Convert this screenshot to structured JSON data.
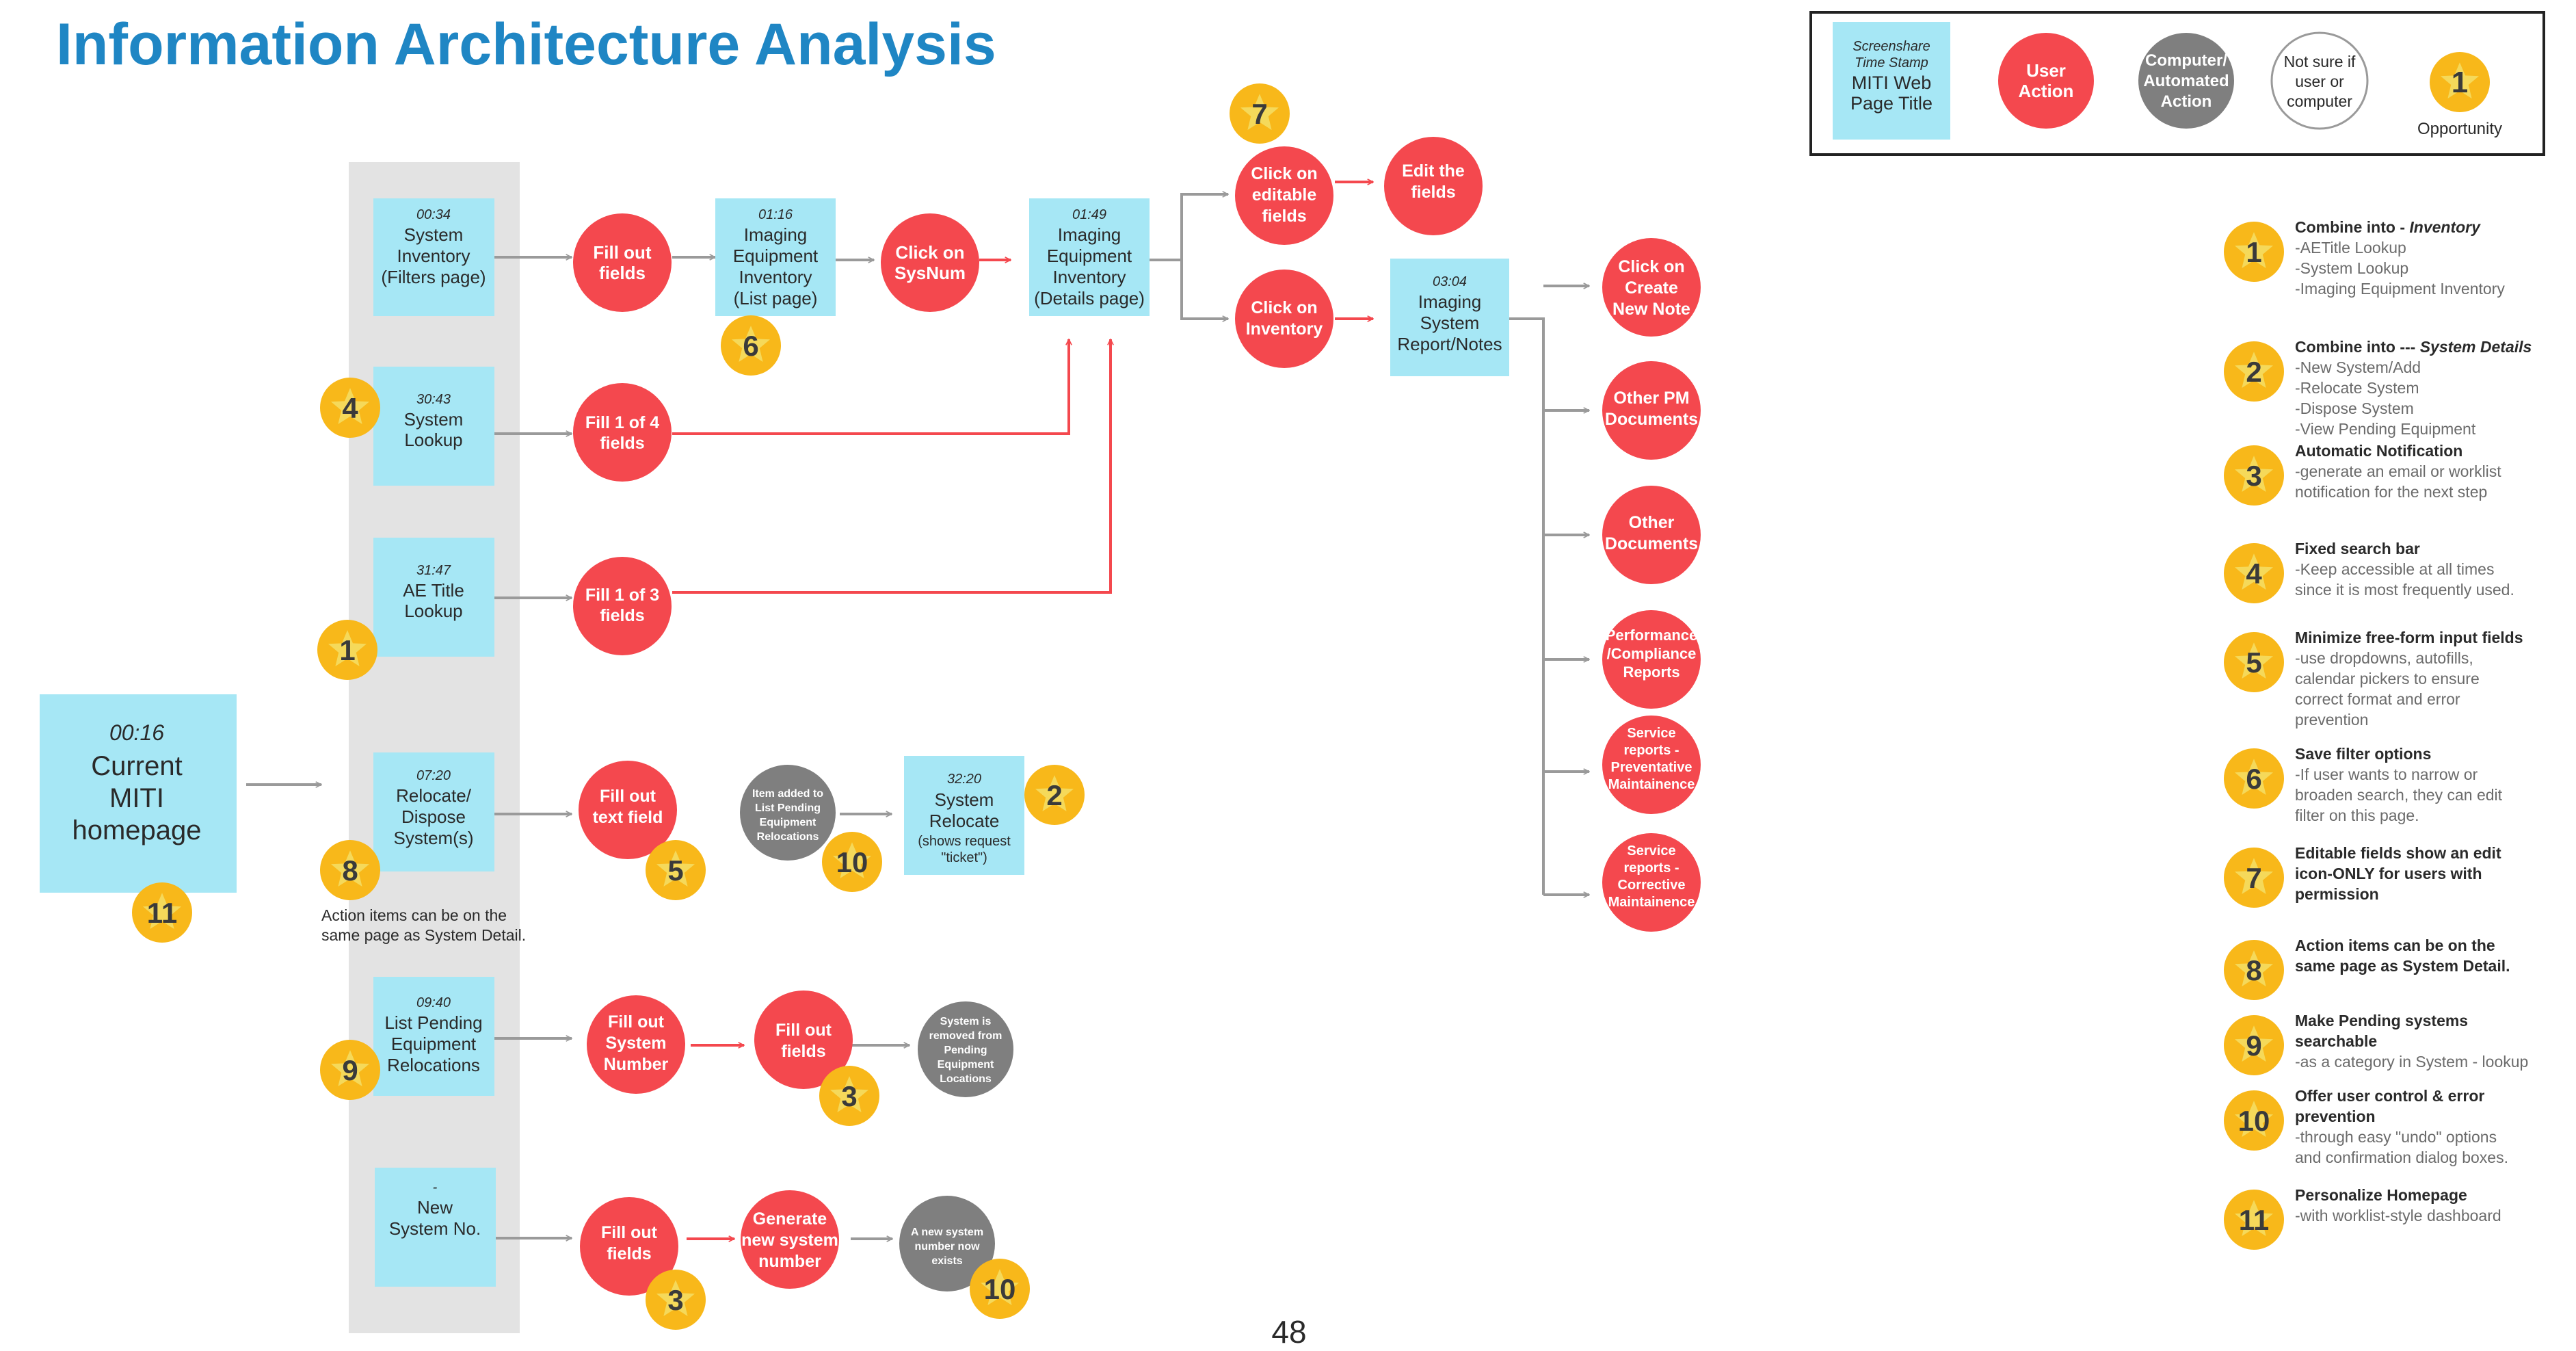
{
  "title": "Information Architecture Analysis",
  "page_number": "48",
  "colors": {
    "page_box": "#a6e7f5",
    "user_action": "#f4484e",
    "computer_action": "#7f7f7f",
    "opportunity": "#f8b81a",
    "title": "#1f86c4",
    "connector_gray": "#9a9a9a",
    "connector_red": "#f4484e"
  },
  "legend": {
    "page": {
      "timestamp_line1": "Screenshare",
      "timestamp_line2": "Time Stamp",
      "title_line1": "MITI Web",
      "title_line2": "Page Title"
    },
    "user_action": [
      "User",
      "Action"
    ],
    "computer_action": [
      "Computer/",
      "Automated",
      "Action"
    ],
    "unsure": [
      "Not sure if",
      "user or",
      "computer"
    ],
    "opportunity": {
      "number": "1",
      "label": "Opportunity"
    }
  },
  "pages": {
    "homepage": {
      "time": "00:16",
      "lines": [
        "Current",
        "MITI",
        "homepage"
      ]
    },
    "system_inventory": {
      "time": "00:34",
      "lines": [
        "System",
        "Inventory",
        "(Filters page)"
      ]
    },
    "system_lookup": {
      "time": "30:43",
      "lines": [
        "System",
        "Lookup"
      ]
    },
    "ae_title_lookup": {
      "time": "31:47",
      "lines": [
        "AE Title",
        "Lookup"
      ]
    },
    "relocate_dispose": {
      "time": "07:20",
      "lines": [
        "Relocate/",
        "Dispose",
        "System(s)"
      ]
    },
    "list_pending": {
      "time": "09:40",
      "lines": [
        "List Pending",
        "Equipment",
        "Relocations"
      ]
    },
    "new_system": {
      "time": "-",
      "lines": [
        "New",
        "System No."
      ]
    },
    "imaging_inventory_list": {
      "time": "01:16",
      "lines": [
        "Imaging",
        "Equipment",
        "Inventory",
        "(List page)"
      ]
    },
    "imaging_inventory_details": {
      "time": "01:49",
      "lines": [
        "Imaging",
        "Equipment",
        "Inventory",
        "(Details page)"
      ]
    },
    "imaging_report": {
      "time": "03:04",
      "lines": [
        "Imaging",
        "System",
        "Report/Notes"
      ]
    },
    "system_relocate": {
      "time": "32:20",
      "lines": [
        "System",
        "Relocate",
        "(shows request",
        "\"ticket\")"
      ]
    }
  },
  "actions": {
    "fill_out_fields_1": [
      "Fill out",
      "fields"
    ],
    "click_sysnum": [
      "Click on",
      "SysNum"
    ],
    "click_editable": [
      "Click on",
      "editable",
      "fields"
    ],
    "edit_fields": [
      "Edit the",
      "fields"
    ],
    "click_inventory": [
      "Click on",
      "Inventory"
    ],
    "fill_1_of_4": [
      "Fill 1 of 4",
      "fields"
    ],
    "fill_1_of_3": [
      "Fill 1 of 3",
      "fields"
    ],
    "fill_out_text": [
      "Fill out",
      "text field"
    ],
    "fill_out_system_number": [
      "Fill out",
      "System",
      "Number"
    ],
    "fill_out_fields_2": [
      "Fill out",
      "fields"
    ],
    "fill_out_fields_3": [
      "Fill out",
      "fields"
    ],
    "generate_number": [
      "Generate",
      "new system",
      "number"
    ],
    "click_create_note": [
      "Click on",
      "Create",
      "New Note"
    ],
    "other_pm": [
      "Other PM",
      "Documents"
    ],
    "other_docs": [
      "Other",
      "Documents"
    ],
    "performance": [
      "Performance",
      "/Compliance",
      "Reports"
    ],
    "service_preventative": [
      "Service",
      "reports -",
      "Preventative",
      "Maintainence"
    ],
    "service_corrective": [
      "Service",
      "reports -",
      "Corrective",
      "Maintainence"
    ]
  },
  "computer_actions": {
    "item_added": [
      "Item added to",
      "List Pending",
      "Equipment",
      "Relocations"
    ],
    "system_removed": [
      "System is",
      "removed from",
      "Pending",
      "Equipment",
      "Locations"
    ],
    "new_number_exists": [
      "A new system",
      "number now",
      "exists"
    ]
  },
  "notes": {
    "action_items": [
      "Action items can be on the",
      "same page as System Detail."
    ]
  },
  "badges": {
    "b7_top": "7",
    "b6": "6",
    "b4": "4",
    "b1": "1",
    "b8": "8",
    "b11": "11",
    "b5": "5",
    "b10_mid": "10",
    "b2": "2",
    "b9": "9",
    "b3_mid": "3",
    "b3_bottom": "3",
    "b10_bottom": "10"
  },
  "opportunities": [
    {
      "number": "1",
      "title": "Combine into - ",
      "title_em": "Inventory",
      "desc": [
        "-AETitle Lookup",
        "-System Lookup",
        "-Imaging Equipment Inventory"
      ]
    },
    {
      "number": "2",
      "title": "Combine into --- ",
      "title_em": "System Details",
      "desc": [
        "-New System/Add",
        "-Relocate System",
        "-Dispose System",
        "-View Pending Equipment"
      ]
    },
    {
      "number": "3",
      "title": "Automatic  Notification",
      "title_em": "",
      "desc": [
        "-generate an email or worklist",
        "notification for the next step"
      ]
    },
    {
      "number": "4",
      "title": "Fixed search bar",
      "title_em": "",
      "desc": [
        "-Keep accessible at all times",
        "since it is most frequently used."
      ]
    },
    {
      "number": "5",
      "title": "Minimize free-form input fields",
      "title_em": "",
      "desc": [
        "-use dropdowns, autofills,",
        "calendar pickers to ensure",
        "correct format and error",
        "prevention"
      ]
    },
    {
      "number": "6",
      "title": "Save filter options",
      "title_em": "",
      "desc": [
        "-If user wants to narrow or",
        "broaden search, they can edit",
        "filter on this page."
      ]
    },
    {
      "number": "7",
      "title": "Editable fields show an edit",
      "title_em": "",
      "title2": [
        "icon-ONLY for users with",
        "permission"
      ],
      "desc": []
    },
    {
      "number": "8",
      "title": "Action items can be on the",
      "title_em": "",
      "title2": [
        "same page as System Detail."
      ],
      "desc": []
    },
    {
      "number": "9",
      "title": "Make Pending systems",
      "title_em": "",
      "title2": [
        "searchable"
      ],
      "desc": [
        "-as a category in System - lookup"
      ]
    },
    {
      "number": "10",
      "title": "Offer user control & error",
      "title_em": "",
      "title2": [
        "prevention"
      ],
      "desc": [
        "-through easy \"undo\" options",
        "and confirmation dialog boxes."
      ]
    },
    {
      "number": "11",
      "title": "Personalize Homepage",
      "title_em": "",
      "desc": [
        "-with worklist-style dashboard"
      ]
    }
  ]
}
